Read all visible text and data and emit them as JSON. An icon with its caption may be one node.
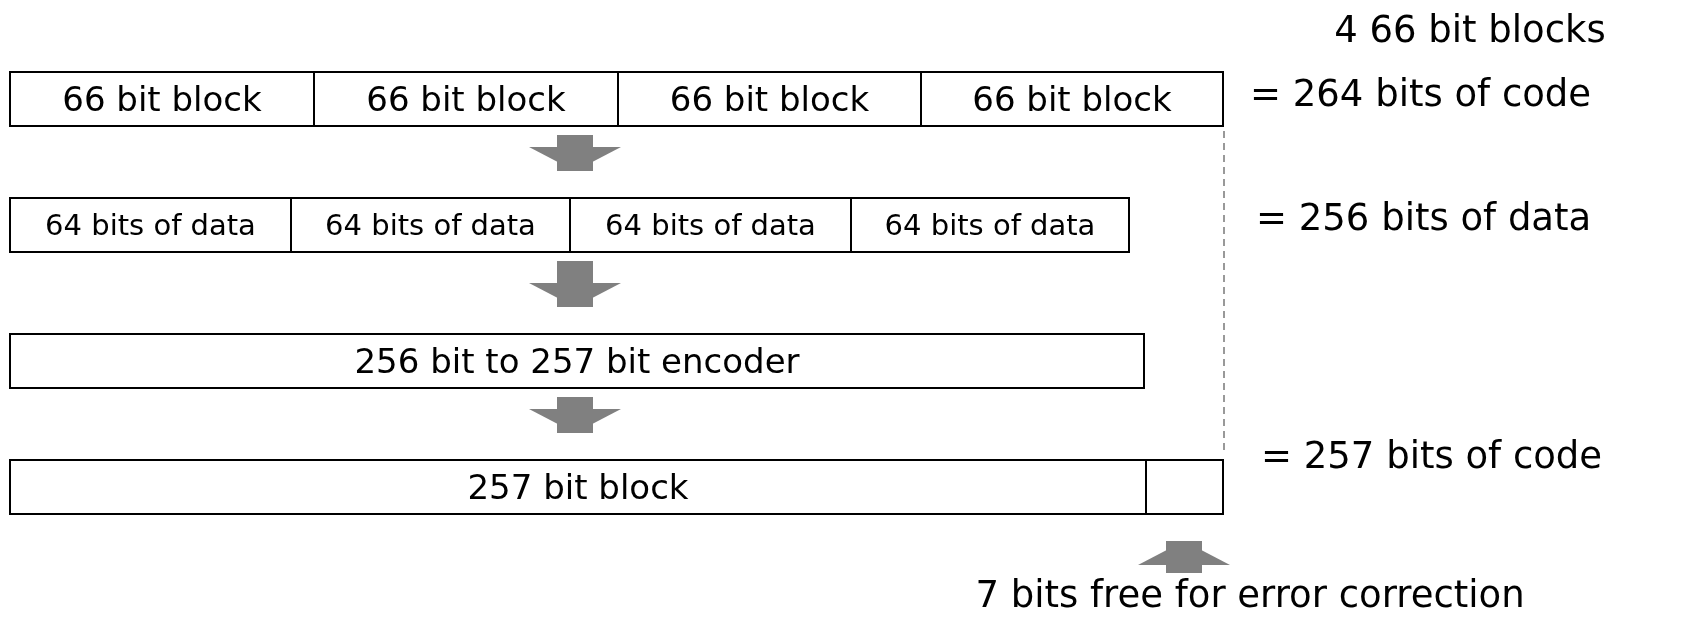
{
  "diagram": {
    "nodes": [
      {
        "text": [
          "66 bit block"
        ]
      },
      {
        "text": [
          "66 bit block"
        ]
      },
      {
        "text": [
          "66 bit block"
        ]
      },
      {
        "text": [
          "66 bit block"
        ]
      },
      {
        "text": [
          "64 bits of data"
        ]
      },
      {
        "text": [
          "64 bits of data"
        ]
      },
      {
        "text": [
          "64 bits of data"
        ]
      },
      {
        "text": [
          "64 bits of data"
        ]
      },
      {
        "text": [
          "256 bit to 257 bit encoder"
        ]
      },
      {
        "text": [
          "257 bit block"
        ]
      },
      {
        "text": [],
        "shape": "box"
      },
      {
        "text": [
          "7 bits free for error correction"
        ]
      }
    ],
    "edges": [
      {
        "from": 1,
        "to": 5,
        "arrow": "to"
      },
      {
        "from": 5,
        "to": 8,
        "arrow": "to"
      },
      {
        "from": 8,
        "to": 9,
        "arrow": "to"
      },
      {
        "from": 11,
        "to": 10,
        "arrow": "to"
      }
    ],
    "labels": [
      "4 66 bit blocks",
      "= 264 bits of code",
      "= 256 bits of data",
      "= 257 bits of code"
    ]
  }
}
